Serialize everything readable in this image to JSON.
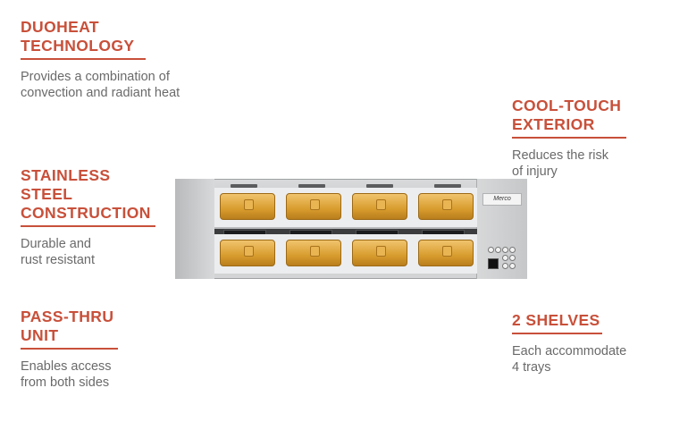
{
  "features": {
    "duoheat": {
      "title": "DUOHEAT\nTECHNOLOGY",
      "description": "Provides a combination of\nconvection and radiant heat"
    },
    "stainless": {
      "title": "STAINLESS\nSTEEL\nCONSTRUCTION",
      "description": "Durable and\nrust resistant"
    },
    "passthru": {
      "title": "PASS-THRU\nUNIT",
      "description": "Enables access\nfrom both sides"
    },
    "cooltouch": {
      "title": "COOL-TOUCH\nEXTERIOR",
      "description": "Reduces the risk\nof injury"
    },
    "shelves": {
      "title": "2 SHELVES",
      "description": "Each accommodate\n4 trays"
    }
  },
  "product": {
    "brand": "Merco"
  },
  "colors": {
    "accent": "#c8503a",
    "text_gray": "#6a6a6a",
    "tray_amber": "#d89c2e"
  }
}
